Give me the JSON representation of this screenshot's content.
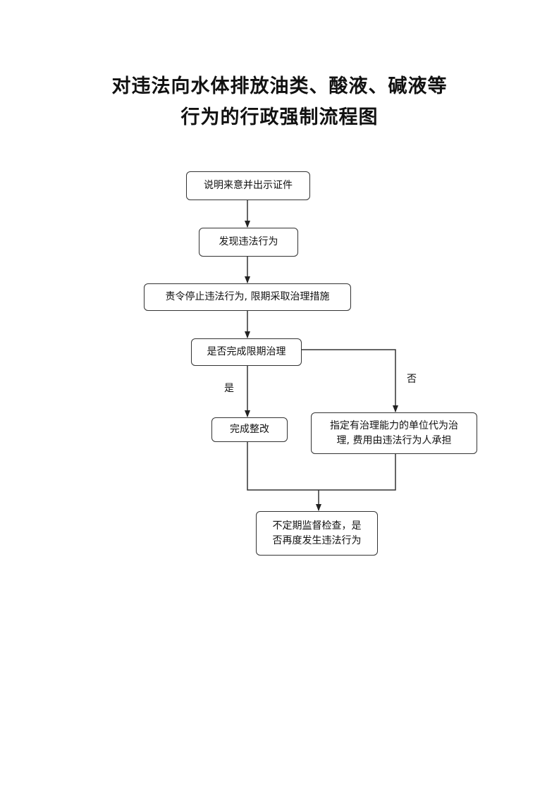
{
  "title": {
    "line1": "对违法向水体排放油类、酸液、碱液等",
    "line2": "行为的行政强制流程图"
  },
  "nodes": {
    "show_id": "说明来意并出示证件",
    "discover": "发现违法行为",
    "order_stop": "责令停止违法行为, 限期采取治理措施",
    "decision": "是否完成限期治理",
    "complete": "完成整改",
    "delegate_line1": "指定有治理能力的单位代为治",
    "delegate_line2": "理, 费用由违法行为人承担",
    "inspect_line1": "不定期监督检查，是",
    "inspect_line2": "否再度发生违法行为"
  },
  "edge_labels": {
    "yes": "是",
    "no": "否"
  }
}
